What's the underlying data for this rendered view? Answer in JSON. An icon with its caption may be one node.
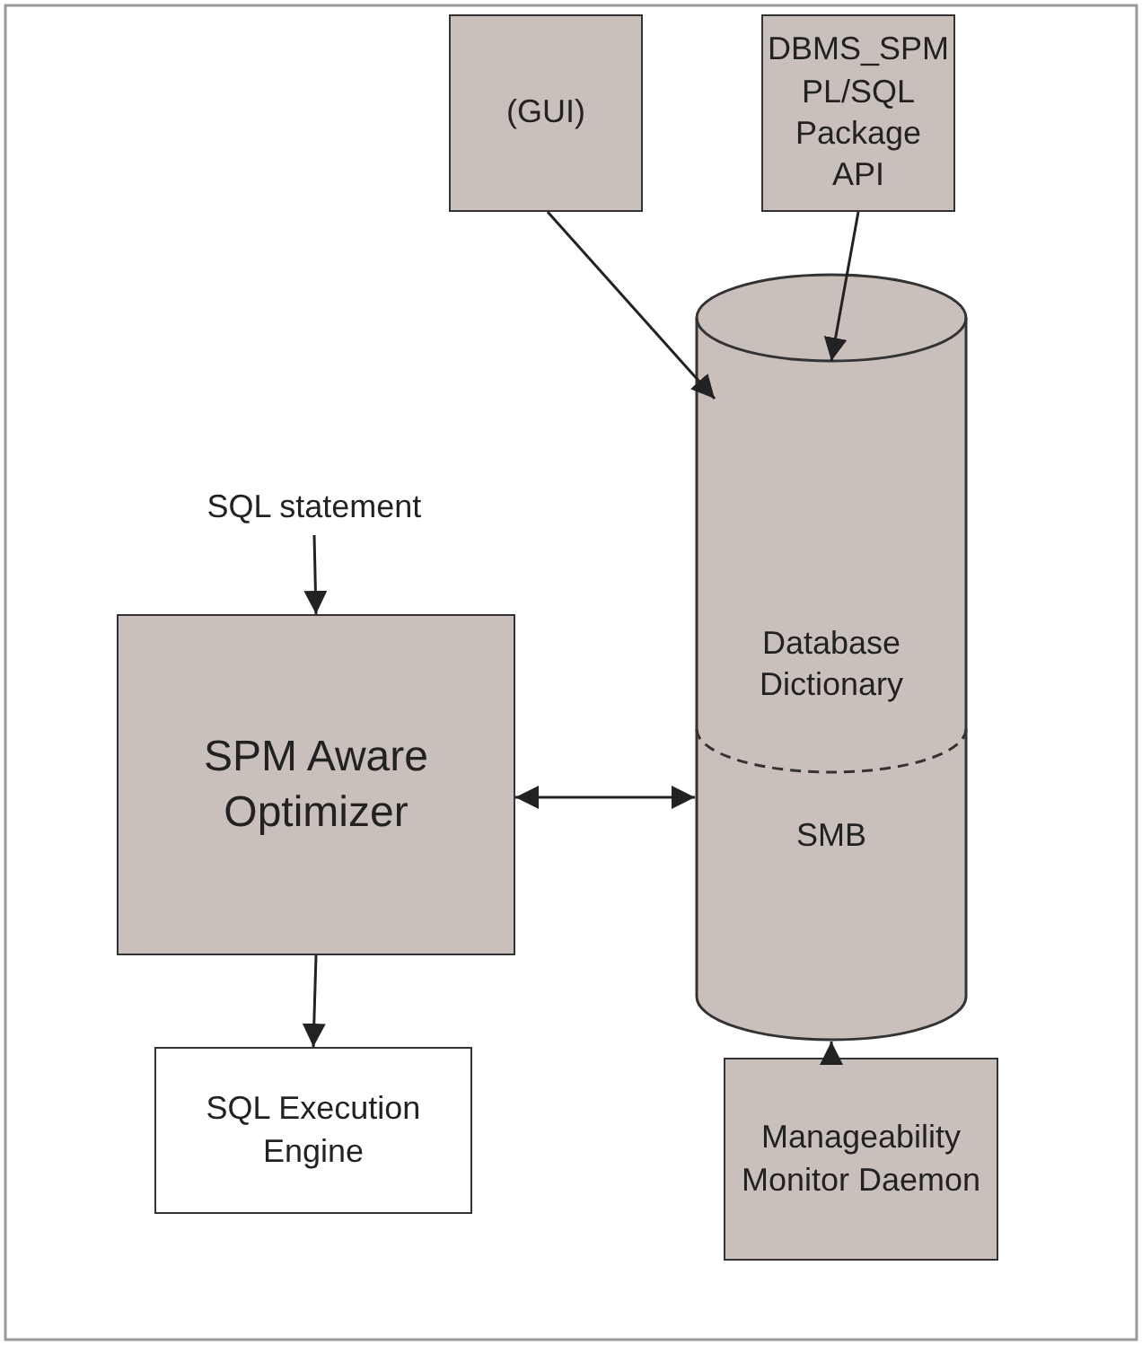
{
  "diagram": {
    "nodes": [
      {
        "text": [
          "(GUI)"
        ]
      },
      {
        "text": [
          "DBMS_SPM PL/SQL Package API"
        ]
      },
      {
        "text": [
          "SQL statement"
        ]
      },
      {
        "text": [
          "Database Dictionary",
          "SMB"
        ]
      },
      {
        "text": [
          "SPM Aware Optimizer"
        ]
      },
      {
        "text": [
          "SQL Execution Engine"
        ]
      },
      {
        "text": [
          "Manageability Monitor Daemon"
        ]
      }
    ],
    "edges": [
      {
        "from": 0,
        "to": 3,
        "arrow": "to"
      },
      {
        "from": 1,
        "to": 3,
        "arrow": "to"
      },
      {
        "from": 2,
        "to": 4,
        "arrow": "to"
      },
      {
        "from": 4,
        "to": 3,
        "arrow": "both"
      },
      {
        "from": 4,
        "to": 5,
        "arrow": "to"
      },
      {
        "from": 6,
        "to": 3,
        "arrow": "to"
      }
    ]
  }
}
